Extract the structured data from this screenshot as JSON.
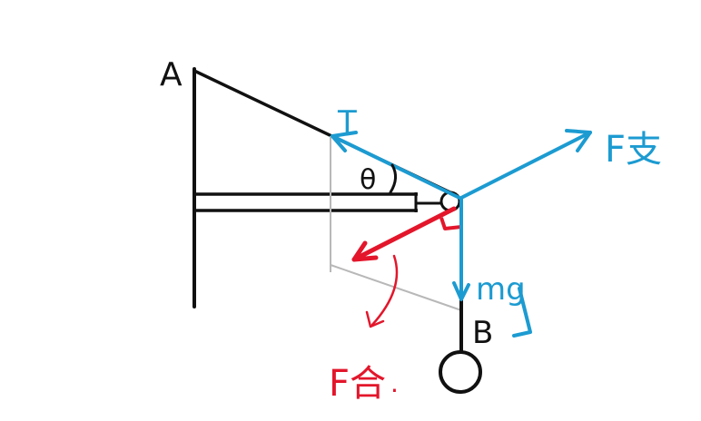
{
  "labels": {
    "point_a": "A",
    "point_b": "B",
    "angle": "θ",
    "tension": "T",
    "support_force": "F支",
    "gravity": "mg",
    "net_force": "F合",
    "dot": "."
  },
  "colors": {
    "ink": "#111111",
    "blue": "#1c9bd1",
    "red": "#e3162b",
    "gray": "#b8b8b8"
  }
}
